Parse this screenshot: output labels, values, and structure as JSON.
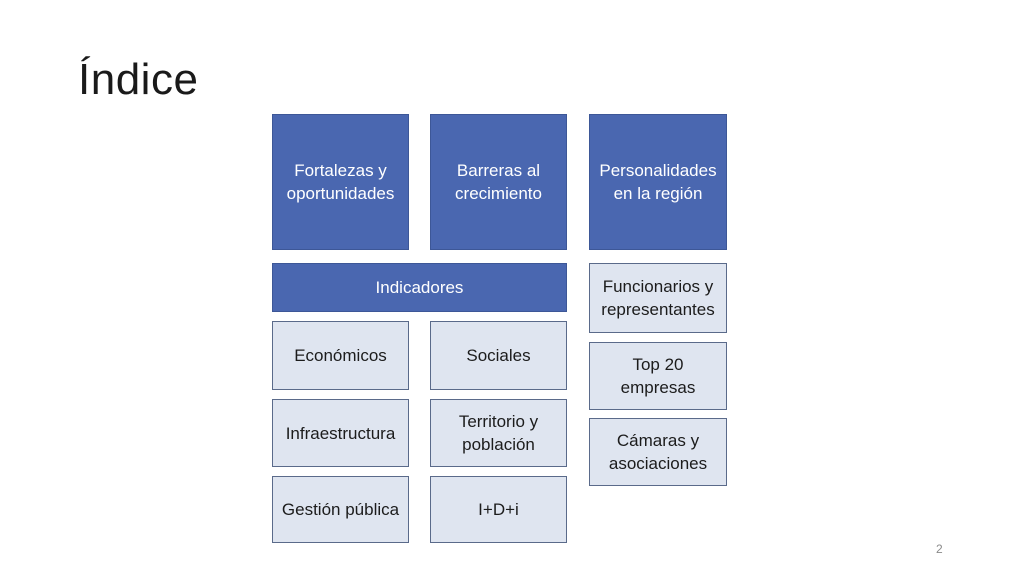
{
  "slide": {
    "title": "Índice",
    "page_number": "2"
  },
  "boxes": {
    "fortalezas": "Fortalezas y oportunidades",
    "barreras": "Barreras al crecimiento",
    "personalidades": "Personalidades en la región",
    "indicadores": "Indicadores",
    "economicos": "Económicos",
    "sociales": "Sociales",
    "infraestructura": "Infraestructura",
    "territorio": "Territorio y población",
    "gestion": "Gestión pública",
    "idi": "I+D+i",
    "funcionarios": "Funcionarios y representantes",
    "top20": "Top 20 empresas",
    "camaras": "Cámaras y asociaciones"
  },
  "colors": {
    "dark_box": "#4a67b0",
    "light_box": "#dfe5f0"
  }
}
